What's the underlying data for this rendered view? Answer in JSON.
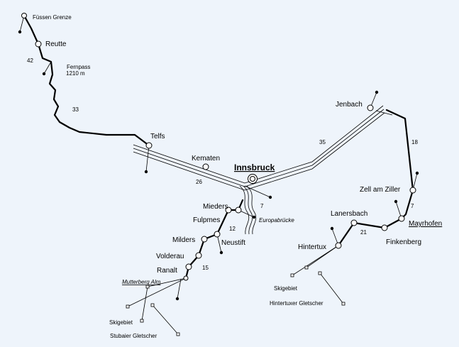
{
  "map": {
    "places": {
      "fuessen": "Füssen Grenze",
      "reutte": "Reutte",
      "fernpass_line1": "Fernpass",
      "fernpass_line2": "1210 m",
      "telfs": "Telfs",
      "kematen": "Kematen",
      "innsbruck": "Innsbruck",
      "jenbach": "Jenbach",
      "zell": "Zell am Ziller",
      "mayrhofen": "Mayrhofen",
      "finkenberg": "Finkenberg",
      "lanersbach": "Lanersbach",
      "hintertux": "Hintertux",
      "hintertux_glacier": "Hintertuxer Gletscher",
      "skigebiet_tux": "Skigebiet",
      "mieders": "Mieders",
      "fulpmes": "Fulpmes",
      "neustift": "Neustift",
      "milders": "Milders",
      "volderau": "Volderau",
      "ranalt": "Ranalt",
      "mutterberg": "Mutterberg Alm",
      "skigebiet_stubai": "Skigebiet",
      "stubai_glacier": "Stubaier Gletscher",
      "europabruecke": "Europabrücke"
    },
    "distances": {
      "d42": "42",
      "d33": "33",
      "d26": "26",
      "d35": "35",
      "d18": "18",
      "d7_zillertal": "7",
      "d7_brenner": "7",
      "d21": "21",
      "d12": "12",
      "d15": "15"
    },
    "colors": {
      "background": "#eef4fb",
      "lines": "#000000",
      "town_fill": "#ffffff"
    }
  }
}
